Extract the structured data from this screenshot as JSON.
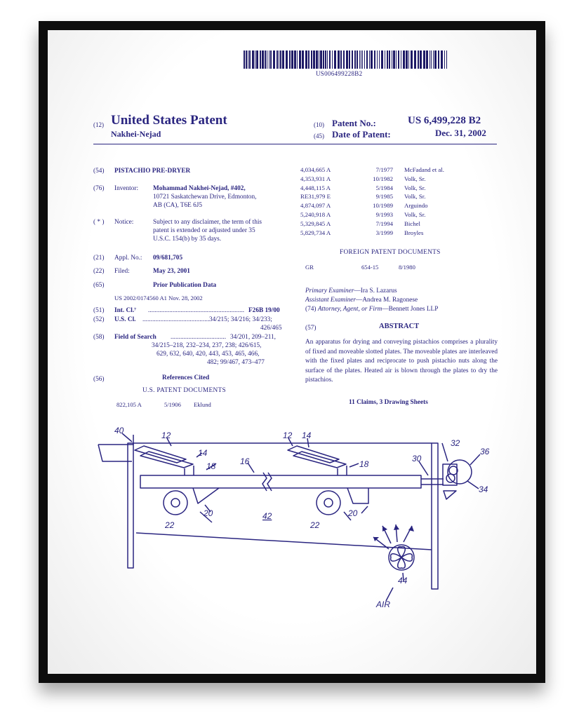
{
  "barcode_number": "US006499228B2",
  "header": {
    "kind_code": "(12)",
    "title": "United States Patent",
    "inventor_name": "Nakhei-Nejad",
    "patent_no_code": "(10)",
    "patent_no_label": "Patent No.:",
    "patent_no_value": "US 6,499,228 B2",
    "date_code": "(45)",
    "date_label": "Date of Patent:",
    "date_value": "Dec. 31, 2002"
  },
  "left": {
    "title_code": "(54)",
    "title": "PISTACHIO PRE-DRYER",
    "inventor_code": "(76)",
    "inventor_label": "Inventor:",
    "inventor_line1": "Mohammad Nakhei-Nejad, #402,",
    "inventor_line2": "10721 Saskatchewan Drive, Edmonton,",
    "inventor_line3": "AB (CA), T6E 6J5",
    "notice_code": "( * )",
    "notice_label": "Notice:",
    "notice_line1": "Subject to any disclaimer, the term of this",
    "notice_line2": "patent is extended or adjusted under 35",
    "notice_line3": "U.S.C. 154(b) by 35 days.",
    "appl_code": "(21)",
    "appl_label": "Appl. No.:",
    "appl_value": "09/681,705",
    "filed_code": "(22)",
    "filed_label": "Filed:",
    "filed_value": "May 23, 2001",
    "prior_code": "(65)",
    "prior_title": "Prior Publication Data",
    "prior_value": "US 2002/0174560 A1 Nov. 28, 2002",
    "intcl_code": "(51)",
    "intcl_label": "Int. Cl.⁷",
    "intcl_value": "F26B 19/00",
    "uscl_code": "(52)",
    "uscl_label": "U.S. Cl.",
    "uscl_value1": "34/215; 34/216; 34/233;",
    "uscl_value2": "426/465",
    "field_code": "(58)",
    "field_label": "Field of Search",
    "field_line1": "34/201, 209–211,",
    "field_line2": "34/215–218, 232–234, 237, 238; 426/615,",
    "field_line3": "629, 632, 640, 420, 443, 453, 465, 466,",
    "field_line4": "482; 99/467, 473–477",
    "refs_code": "(56)",
    "refs_title": "References Cited",
    "us_docs_title": "U.S. PATENT DOCUMENTS",
    "first_ref": [
      "822,105 A",
      "5/1906",
      "Eklund"
    ]
  },
  "right": {
    "refs": [
      [
        "4,034,665 A",
        "7/1977",
        "McFadand et al."
      ],
      [
        "4,353,931 A",
        "10/1982",
        "Volk, Sr."
      ],
      [
        "4,448,115 A",
        "5/1984",
        "Volk, Sr."
      ],
      [
        "RE31,979 E",
        "9/1985",
        "Volk, Sr."
      ],
      [
        "4,874,097 A",
        "10/1989",
        "Arguindo"
      ],
      [
        "5,240,918 A",
        "9/1993",
        "Volk, Sr."
      ],
      [
        "5,329,845 A",
        "7/1994",
        "Bichel"
      ],
      [
        "5,829,734 A",
        "3/1999",
        "Broyles"
      ]
    ],
    "foreign_title": "FOREIGN PATENT DOCUMENTS",
    "foreign_row": [
      "GR",
      "654-15",
      "8/1980"
    ],
    "primary_label": "Primary Examiner",
    "primary_value": "—Ira S. Lazarus",
    "assistant_label": "Assistant Examiner",
    "assistant_value": "—Andrea M. Ragonese",
    "attorney_code": "(74)",
    "attorney_label": "Attorney, Agent, or Firm",
    "attorney_value": "—Bennett Jones LLP",
    "abstract_code": "(57)",
    "abstract_title": "ABSTRACT",
    "abstract_text": "An apparatus for drying and conveying pistachios comprises a plurality of fixed and moveable slotted plates. The moveable plates are interleaved with the fixed plates and reciprocate to push pistachio nuts along the surface of the plates. Heated air is blown through the plates to dry the pistachios.",
    "claims": "11 Claims, 3 Drawing Sheets"
  },
  "drawing_labels": {
    "l40": "40",
    "l12a": "12",
    "l14a": "14",
    "l18a": "18",
    "l16": "16",
    "l12b": "12",
    "l14b": "14",
    "l18b": "18",
    "l30": "30",
    "l32": "32",
    "l36": "36",
    "l34": "34",
    "l20a": "20",
    "l22a": "22",
    "l42": "42",
    "l22b": "22",
    "l20b": "20",
    "l44": "44",
    "air": "AIR"
  },
  "colors": {
    "ink": "#2a2580",
    "frame": "#0d0d0d"
  }
}
